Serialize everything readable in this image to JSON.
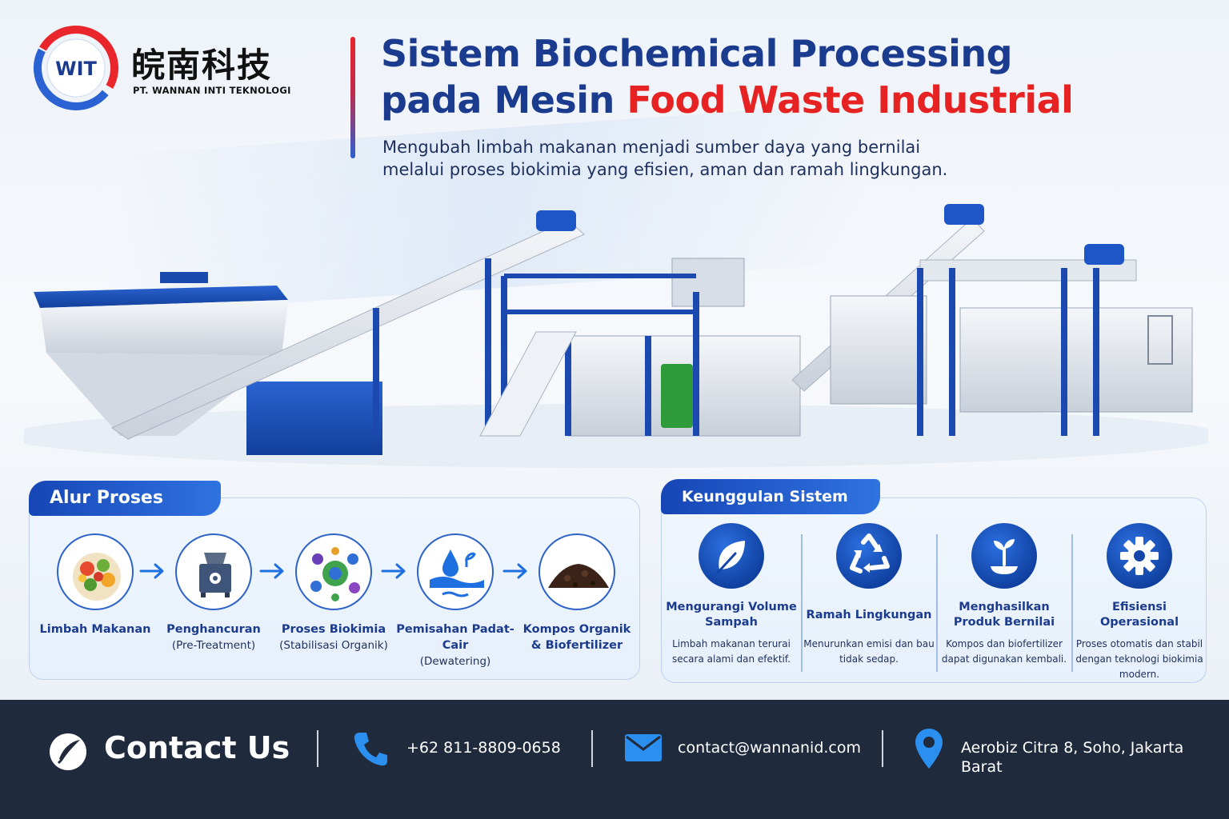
{
  "brand": {
    "logo_text": "WIT",
    "name_cn": "皖南科技",
    "name_en": "PT. WANNAN INTI TEKNOLOGI"
  },
  "header": {
    "title_line1": "Sistem Biochemical Processing",
    "title_line2_blue": "pada Mesin ",
    "title_line2_red": "Food Waste Industrial",
    "subtitle_line1": "Mengubah limbah makanan menjadi sumber daya yang bernilai",
    "subtitle_line2": "melalui proses biokimia yang efisien, aman dan ramah lingkungan."
  },
  "process": {
    "heading": "Alur Proses",
    "steps": [
      {
        "label": "Limbah Makanan",
        "sub": "",
        "icon": "food-waste-icon"
      },
      {
        "label": "Penghancuran",
        "sub": "(Pre-Treatment)",
        "icon": "shredder-icon"
      },
      {
        "label": "Proses Biokimia",
        "sub": "(Stabilisasi Organik)",
        "icon": "microbe-icon"
      },
      {
        "label": "Pemisahan Padat-Cair",
        "sub": "(Dewatering)",
        "icon": "water-drop-icon"
      },
      {
        "label": "Kompos Organik",
        "sub": "& Biofertilizer",
        "icon": "compost-icon"
      }
    ]
  },
  "advantages": {
    "heading": "Keunggulan Sistem",
    "items": [
      {
        "head": "Mengurangi Volume Sampah",
        "desc": "Limbah makanan terurai secara alami dan efektif.",
        "icon": "leaf-icon"
      },
      {
        "head": "Ramah Lingkungan",
        "desc": "Menurunkan emisi dan bau tidak sedap.",
        "icon": "recycle-icon"
      },
      {
        "head": "Menghasilkan Produk Bernilai",
        "desc": "Kompos dan biofertilizer dapat digunakan kembali.",
        "icon": "sprout-icon"
      },
      {
        "head": "Efisiensi Operasional",
        "desc": "Proses otomatis dan stabil dengan teknologi biokimia modern.",
        "icon": "gear-icon"
      }
    ]
  },
  "footer": {
    "contact_label": "Contact Us",
    "phone": "+62 811-8809-0658",
    "email": "contact@wannanid.com",
    "address": "Aerobiz Citra 8, Soho, Jakarta Barat"
  },
  "colors": {
    "brand_blue": "#1b3b8f",
    "accent_red": "#e62222",
    "footer_bg": "#1f2a3c",
    "icon_blue": "#1e6fe0"
  }
}
